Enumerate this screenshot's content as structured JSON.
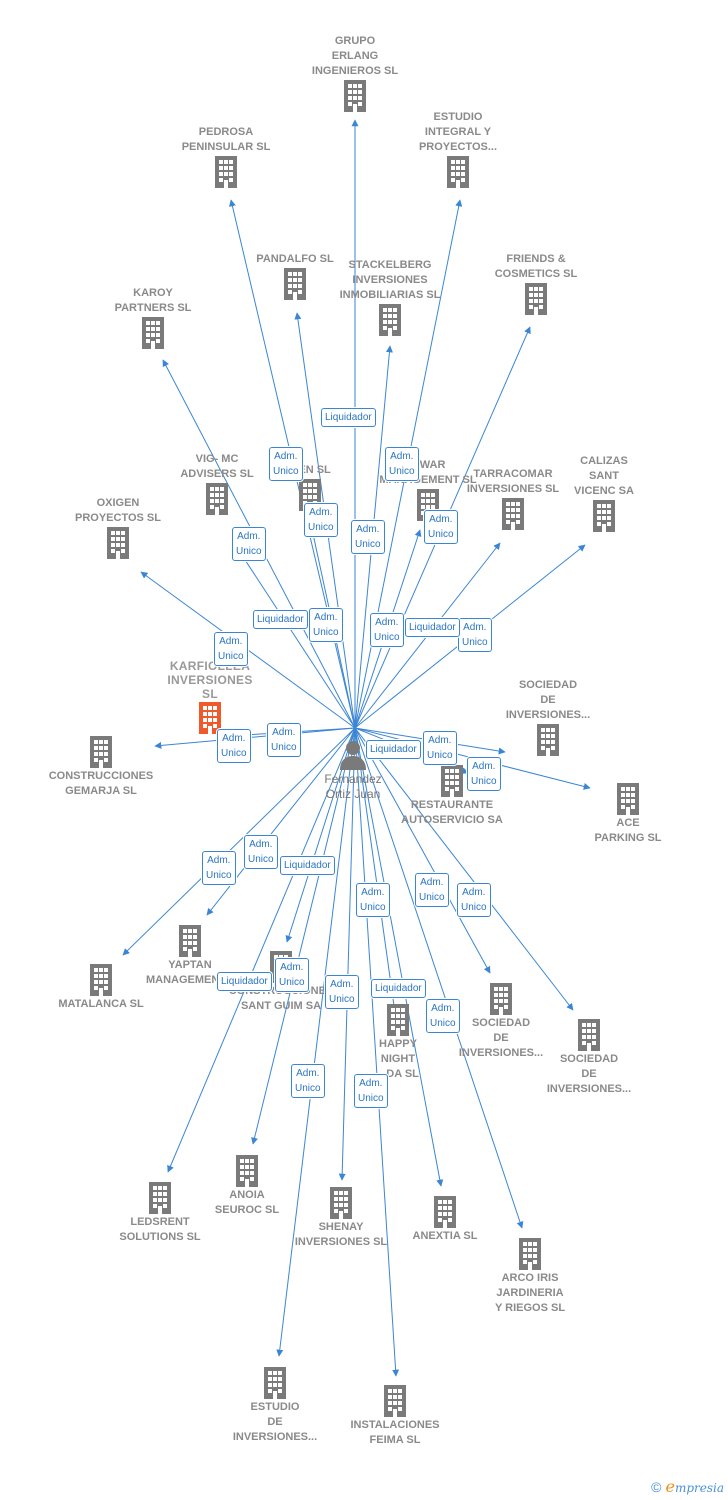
{
  "center": {
    "label": "Fernandez\nOrtiz Juan"
  },
  "colors": {
    "edge": "#3b86d4",
    "building": "#7a7a7a",
    "focus": "#f05a2a"
  },
  "companies": [
    {
      "id": "c0",
      "label": "GRUPO\nERLANG\nINGENIEROS SL"
    },
    {
      "id": "c1",
      "label": "PEDROSA\nPENINSULAR SL"
    },
    {
      "id": "c2",
      "label": "ESTUDIO\nINTEGRAL Y\nPROYECTOS..."
    },
    {
      "id": "c3",
      "label": "PANDALFO SL"
    },
    {
      "id": "c4",
      "label": "STACKELBERG\nINVERSIONES\nINMOBILIARIAS SL"
    },
    {
      "id": "c5",
      "label": "FRIENDS &\nCOSMETICS SL"
    },
    {
      "id": "c6",
      "label": "KAROY\nPARTNERS SL"
    },
    {
      "id": "c7",
      "label": "VIG- MC\nADVISERS SL"
    },
    {
      "id": "c8",
      "label": "...EN SL"
    },
    {
      "id": "c9",
      "label": "...WAR\nMANAGEMENT SL"
    },
    {
      "id": "c10",
      "label": "TARRACOMAR\nINVERSIONES SL"
    },
    {
      "id": "c11",
      "label": "CALIZAS\nSANT\nVICENC SA"
    },
    {
      "id": "c12",
      "label": "OXIGEN\nPROYECTOS SL"
    },
    {
      "id": "c13",
      "label": "KARFIOLLEA\nINVERSIONES\nSL",
      "focus": true
    },
    {
      "id": "c14",
      "label": "SOCIEDAD\nDE\nINVERSIONES..."
    },
    {
      "id": "c15",
      "label": "CONSTRUCCIONES\nGEMARJA SL"
    },
    {
      "id": "c16",
      "label": "RESTAURANTE\nAUTOSERVICIO SA"
    },
    {
      "id": "c17",
      "label": "ACE\nPARKING SL"
    },
    {
      "id": "c18",
      "label": "YAPTAN\nMANAGEMENT..."
    },
    {
      "id": "c19",
      "label": "MATALANCA SL"
    },
    {
      "id": "c20",
      "label": "CONSTRUCCIONES\nSANT GUIM SA"
    },
    {
      "id": "c21",
      "label": "HAPPY\nNIGHT\n...DA SL"
    },
    {
      "id": "c22",
      "label": "SOCIEDAD\nDE\nINVERSIONES..."
    },
    {
      "id": "c23",
      "label": "SOCIEDAD\nDE\nINVERSIONES..."
    },
    {
      "id": "c24",
      "label": "LEDSRENT\nSOLUTIONS SL"
    },
    {
      "id": "c25",
      "label": "ANOIA\nSEUROC SL"
    },
    {
      "id": "c26",
      "label": "SHENAY\nINVERSIONES SL"
    },
    {
      "id": "c27",
      "label": "ANEXTIA SL"
    },
    {
      "id": "c28",
      "label": "ARCO IRIS\nJARDINERIA\nY RIEGOS SL"
    },
    {
      "id": "c29",
      "label": "ESTUDIO\nDE\nINVERSIONES..."
    },
    {
      "id": "c30",
      "label": "INSTALACIONES\nFEIMA SL"
    }
  ],
  "relations": [
    {
      "label": "Liquidador"
    },
    {
      "label": "Adm.\nUnico"
    },
    {
      "label": "Adm.\nUnico"
    },
    {
      "label": "Adm.\nUnico"
    },
    {
      "label": "Adm.\nUnico"
    },
    {
      "label": "Adm.\nUnico"
    },
    {
      "label": "Adm.\nUnico"
    },
    {
      "label": "Adm.\nUnico"
    },
    {
      "label": "Liquidador"
    },
    {
      "label": "Adm.\nUnico"
    },
    {
      "label": "Adm.\nUnico"
    },
    {
      "label": "Liquidador"
    },
    {
      "label": "Adm.\nUnico"
    },
    {
      "label": "Adm.\nUnico"
    },
    {
      "label": "Adm.\nUnico"
    },
    {
      "label": "Adm.\nUnico"
    },
    {
      "label": "Liquidador"
    },
    {
      "label": "Adm.\nUnico"
    },
    {
      "label": "Adm.\nUnico"
    },
    {
      "label": "Adm.\nUnico"
    },
    {
      "label": "Adm.\nUnico"
    },
    {
      "label": "Adm.\nUnico"
    },
    {
      "label": "Liquidador"
    },
    {
      "label": "Adm.\nUnico"
    },
    {
      "label": "Adm.\nUnico"
    },
    {
      "label": "Adm.\nUnico"
    },
    {
      "label": "Liquidador"
    },
    {
      "label": "Adm.\nUnico"
    },
    {
      "label": "Liquidador"
    },
    {
      "label": "Adm.\nUnico"
    },
    {
      "label": "Adm.\nUnico"
    },
    {
      "label": "Adm.\nUnico"
    },
    {
      "label": "Adm.\nUnico"
    }
  ],
  "footer": {
    "copyright": "©",
    "brand_e": "e",
    "brand_rest": "mpresia"
  }
}
